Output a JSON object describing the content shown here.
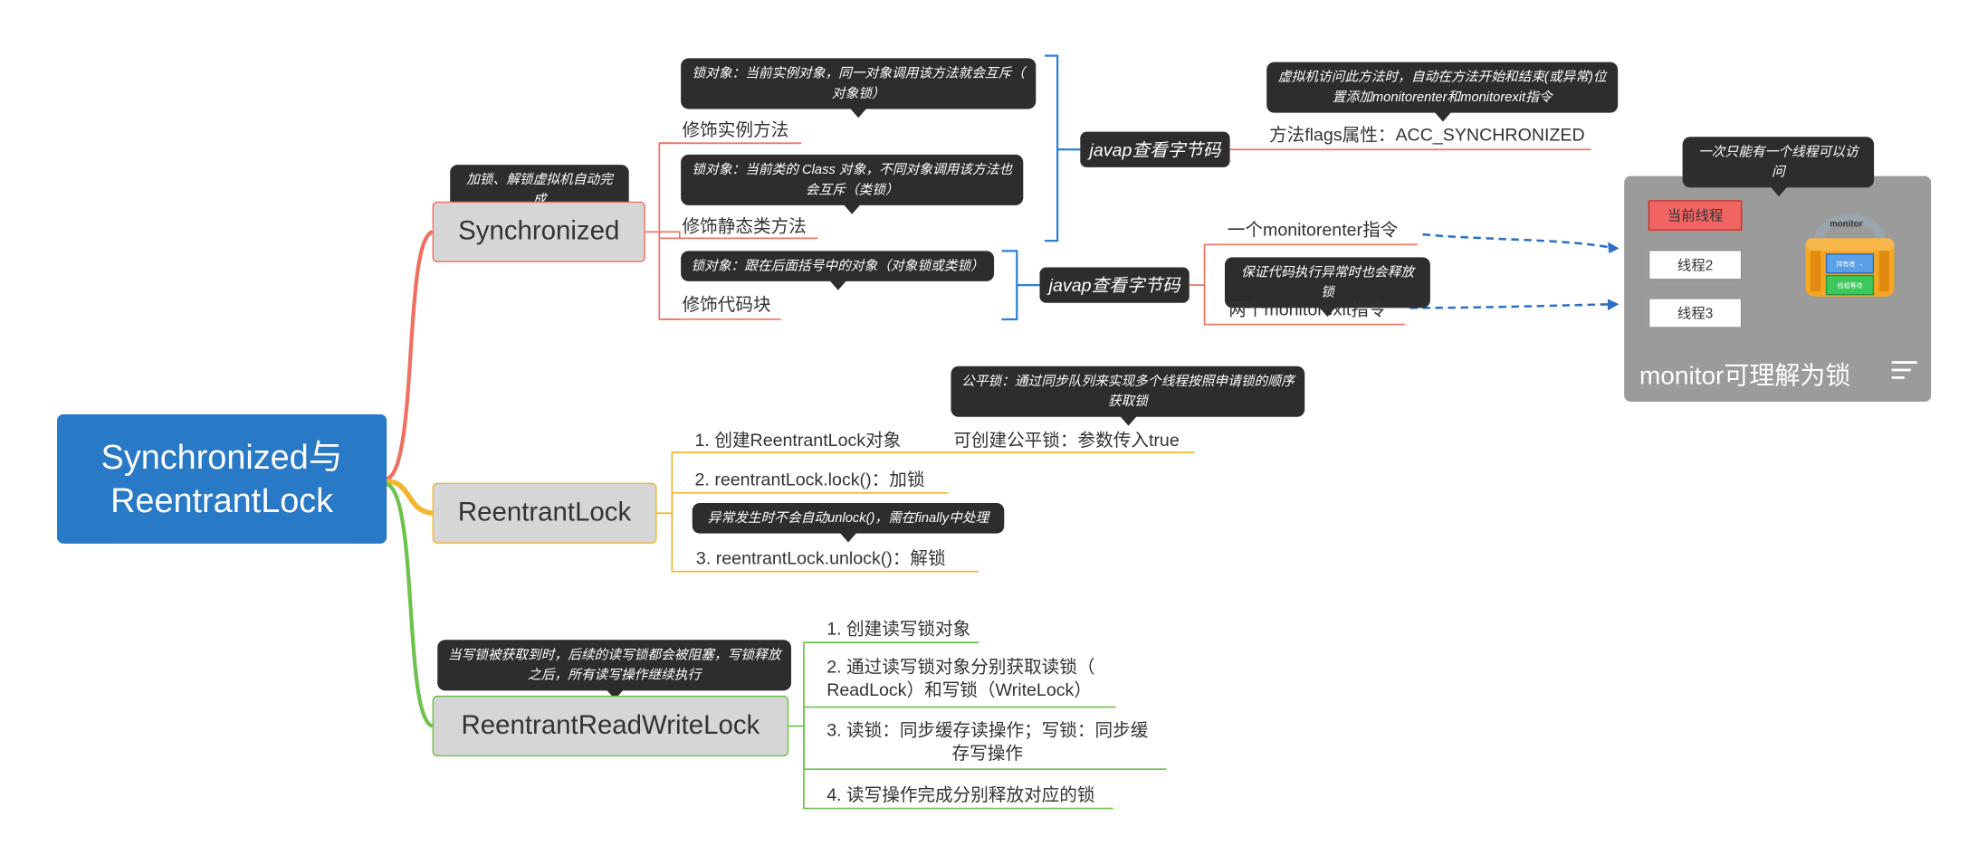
{
  "root": {
    "label_line1": "Synchronized与",
    "label_line2": "ReentrantLock"
  },
  "synchronized": {
    "label": "Synchronized",
    "note": "加锁、解锁虚拟机自动完成",
    "items": [
      {
        "label": "修饰实例方法",
        "note_line1": "锁对象：当前实例对象，同一对象调用该方法就会互斥（",
        "note_line2": "对象锁）"
      },
      {
        "label": "修饰静态类方法",
        "note_line1": "锁对象：当前类的 Class 对象，不同对象调用该方法也",
        "note_line2": "会互斥（类锁）"
      },
      {
        "label": "修饰代码块",
        "note_line1": "锁对象：跟在后面括号中的对象（对象锁或类锁）"
      }
    ],
    "javap_methods": {
      "label": "javap查看字节码",
      "result": "方法flags属性：ACC_SYNCHRONIZED",
      "note_line1": "虚拟机访问此方法时，自动在方法开始和结束(或异常)位",
      "note_line2": "置添加monitorenter和monitorexit指令"
    },
    "javap_block": {
      "label": "javap查看字节码",
      "enter": "一个monitorenter指令",
      "exit": "两个monitorexit指令",
      "exit_note": "保证代码执行异常时也会释放锁"
    }
  },
  "monitor_panel": {
    "title": "monitor可理解为锁",
    "note": "一次只能有一个线程可以访问",
    "threads": [
      "当前线程",
      "线程2",
      "线程3"
    ],
    "lock_label": "monitor",
    "lock_slot1": "持有者 →",
    "lock_slot2": "线程等待"
  },
  "reentrantlock": {
    "label": "ReentrantLock",
    "items": [
      "1. 创建ReentrantLock对象",
      "2. reentrantLock.lock()：加锁",
      "3. reentrantLock.unlock()：解锁"
    ],
    "fair_lock": "可创建公平锁：参数传入true",
    "fair_note_line1": "公平锁：通过同步队列来实现多个线程按照申请锁的顺序",
    "fair_note_line2": "获取锁",
    "unlock_note": "异常发生时不会自动unlock()，需在finally中处理"
  },
  "rrwl": {
    "label": "ReentrantReadWriteLock",
    "note_line1": "当写锁被获取到时，后续的读写锁都会被阻塞，写锁释放",
    "note_line2": "之后，所有读写操作继续执行",
    "items": [
      {
        "line1": "1. 创建读写锁对象"
      },
      {
        "line1": "2. 通过读写锁对象分别获取读锁（",
        "line2": "ReadLock）和写锁（WriteLock）"
      },
      {
        "line1": "3. 读锁：同步缓存读操作；写锁：同步缓",
        "line2": "存写操作"
      },
      {
        "line1": "4. 读写操作完成分别释放对应的锁"
      }
    ]
  },
  "colors": {
    "root": "#2879c6",
    "sync_branch": "#f07060",
    "rl_branch": "#f2b52f",
    "rrwl_branch": "#6cc24a",
    "bracket": "#2b80d6",
    "dashed_arrow": "#2b6fc4"
  }
}
